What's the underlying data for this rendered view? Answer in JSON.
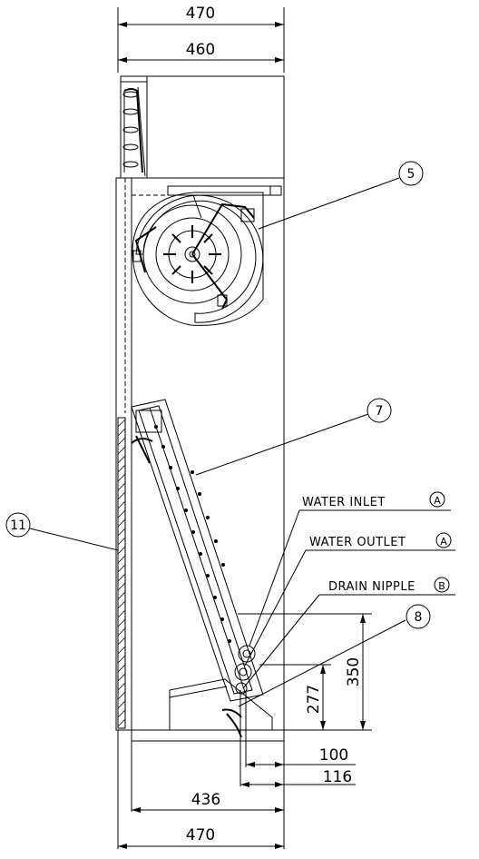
{
  "dimensions": {
    "top_outer": "470",
    "top_inner": "460",
    "height_277": "277",
    "height_350": "350",
    "d100": "100",
    "d116": "116",
    "bottom_436": "436",
    "bottom_470": "470"
  },
  "labels": {
    "water_inlet": "WATER INLET",
    "water_outlet": "WATER OUTLET",
    "drain_nipple": "DRAIN NIPPLE"
  },
  "markers": {
    "inlet_marker": "A",
    "outlet_marker": "A",
    "drain_marker": "B"
  },
  "callouts": {
    "c5": "5",
    "c7": "7",
    "c8": "8",
    "c11": "11"
  }
}
